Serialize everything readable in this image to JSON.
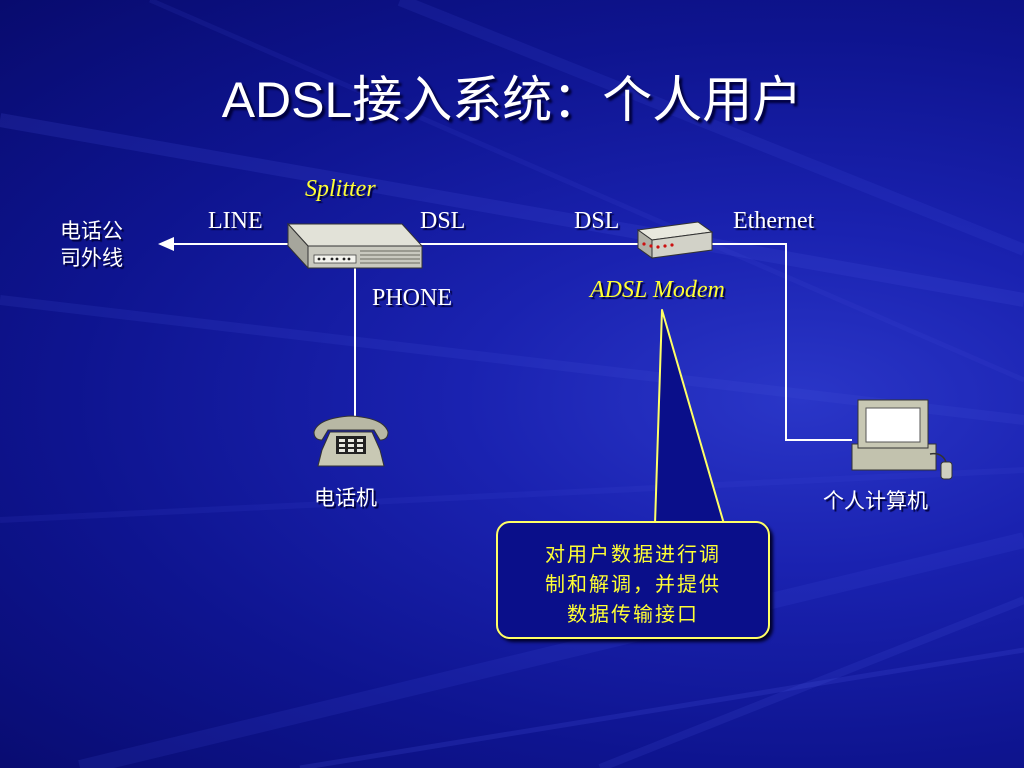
{
  "title": "ADSL接入系统：个人用户",
  "labels": {
    "splitter": "Splitter",
    "line": "LINE",
    "dsl_left": "DSL",
    "dsl_right": "DSL",
    "ethernet": "Ethernet",
    "phone": "PHONE",
    "modem": "ADSL Modem",
    "telecom_line": [
      "电话公",
      "司外线"
    ],
    "telephone": "电话机",
    "pc": "个人计算机"
  },
  "callout": [
    "对用户数据进行调",
    "制和解调，并提供",
    "数据传输接口"
  ],
  "colors": {
    "background": "#0e148f",
    "text": "#ffffff",
    "highlight": "#ffff33",
    "line": "#ffffff"
  },
  "icons": [
    "splitter-icon",
    "modem-icon",
    "telephone-icon",
    "computer-icon",
    "arrow-left-icon"
  ]
}
